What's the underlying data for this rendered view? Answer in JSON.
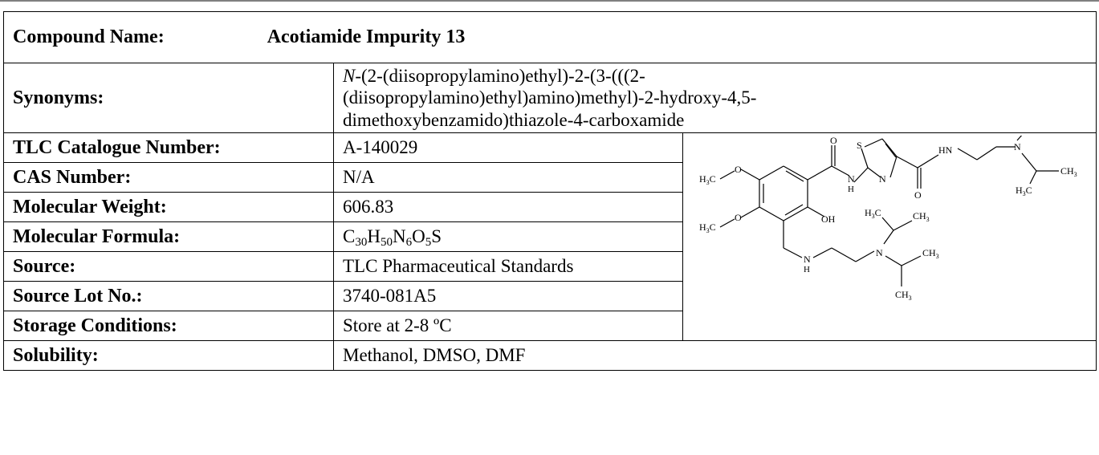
{
  "compound": {
    "label": "Compound Name:",
    "value": "Acotiamide Impurity 13"
  },
  "synonyms": {
    "label": "Synonyms:",
    "value_prefix": "N",
    "value_rest": "-(2-(diisopropylamino)ethyl)-2-(3-(((2-(diisopropylamino)ethyl)amino)methyl)-2-hydroxy-4,5-dimethoxybenzamido)thiazole-4-carboxamide"
  },
  "rows": [
    {
      "label": "TLC Catalogue Number:",
      "value": "A-140029"
    },
    {
      "label": "CAS Number:",
      "value": "N/A"
    },
    {
      "label": "Molecular Weight:",
      "value": "606.83"
    },
    {
      "label": "Molecular Formula:",
      "value": "C30H50N6O5S"
    },
    {
      "label": "Source:",
      "value": "TLC Pharmaceutical Standards"
    },
    {
      "label": "Source Lot No.:",
      "value": "3740-081A5"
    },
    {
      "label": "Storage Conditions:",
      "value": "Store at 2-8 ºC"
    }
  ],
  "formula_parts": [
    {
      "t": "C"
    },
    {
      "s": "30"
    },
    {
      "t": "H"
    },
    {
      "s": "50"
    },
    {
      "t": "N"
    },
    {
      "s": "6"
    },
    {
      "t": "O"
    },
    {
      "s": "5"
    },
    {
      "t": "S"
    }
  ],
  "solubility": {
    "label": "Solubility:",
    "value": "Methanol, DMSO, DMF"
  },
  "structure_labels": {
    "h3c": "H3C",
    "ch3": "CH3",
    "o": "O",
    "s": "S",
    "n": "N",
    "h": "H",
    "hn": "HN",
    "oh": "OH"
  }
}
